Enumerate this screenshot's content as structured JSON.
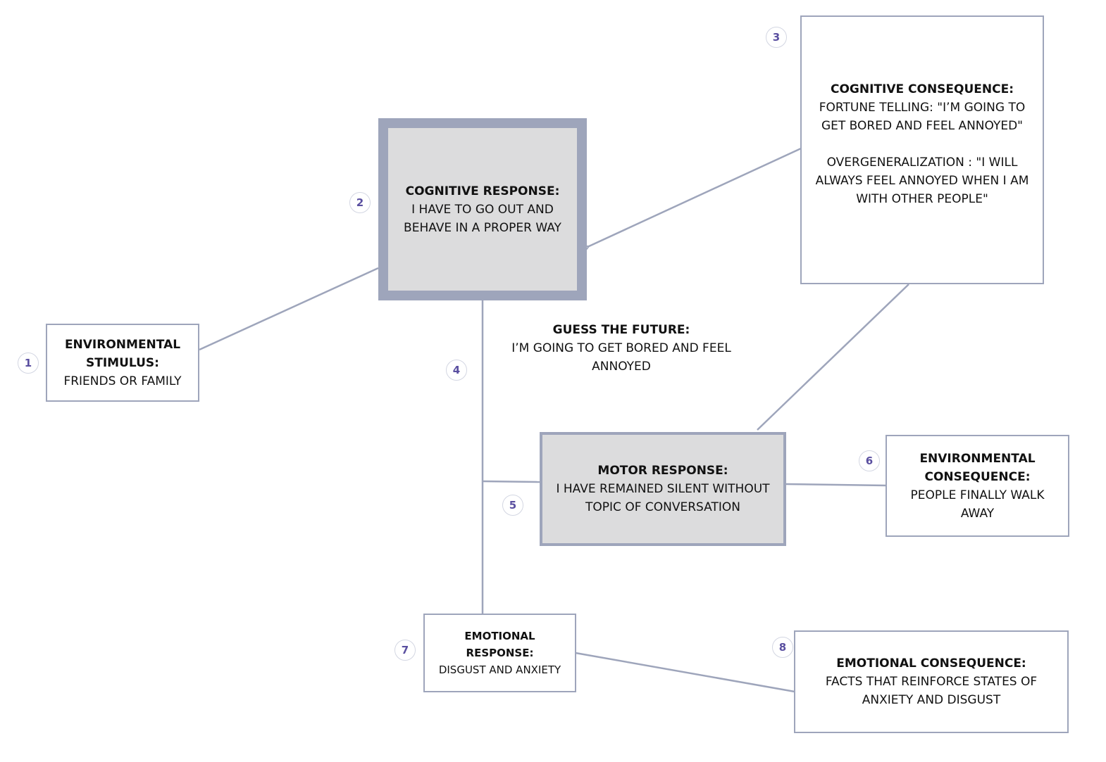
{
  "nodes": {
    "environmental_stimulus": {
      "number": "1",
      "title": "ENVIRONMENTAL STIMULUS:",
      "text": "FRIENDS OR FAMILY"
    },
    "cognitive_response": {
      "number": "2",
      "title": "COGNITIVE RESPONSE:",
      "text": "I HAVE TO GO OUT AND BEHAVE IN A PROPER WAY"
    },
    "cognitive_consequence": {
      "number": "3",
      "title": "COGNITIVE CONSEQUENCE:",
      "text": "FORTUNE TELLING: \"I’M GOING TO GET BORED AND FEEL ANNOYED\"\n\nOVERGENERALIZATION : \"I WILL ALWAYS FEEL ANNOYED WHEN I AM WITH OTHER PEOPLE\""
    },
    "guess_the_future": {
      "number": "4",
      "title": "GUESS THE FUTURE:",
      "text": "I’M GOING TO GET BORED AND FEEL ANNOYED"
    },
    "motor_response": {
      "number": "5",
      "title": "MOTOR RESPONSE:",
      "text": "I HAVE REMAINED SILENT WITHOUT TOPIC OF CONVERSATION"
    },
    "environmental_consequence": {
      "number": "6",
      "title": "ENVIRONMENTAL CONSEQUENCE:",
      "text": "PEOPLE FINALLY WALK AWAY"
    },
    "emotional_response": {
      "number": "7",
      "title": "EMOTIONAL RESPONSE:",
      "text": "DISGUST AND ANXIETY"
    },
    "emotional_consequence": {
      "number": "8",
      "title": "EMOTIONAL CONSEQUENCE:",
      "text": "FACTS THAT REINFORCE STATES OF ANXIETY AND DISGUST"
    }
  },
  "colors": {
    "border": "#9ea5bb",
    "connector": "#9ea5bb",
    "highlight_fill": "#dcdcdd",
    "number_text": "#5a4fa0"
  }
}
